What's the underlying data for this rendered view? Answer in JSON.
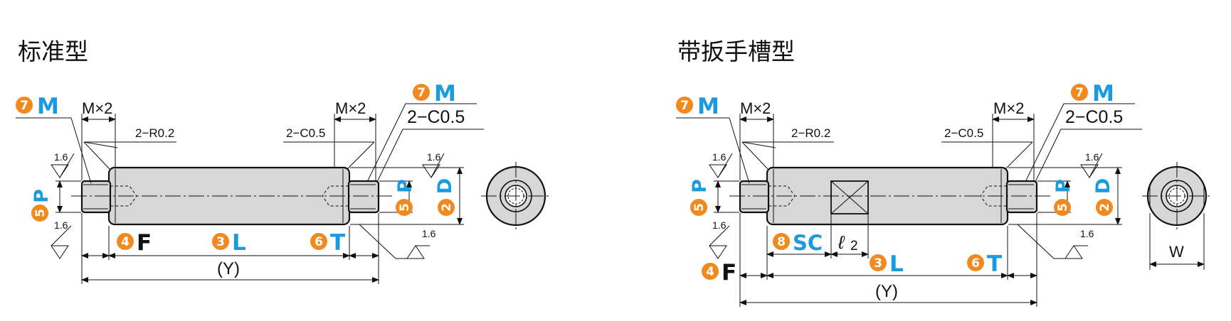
{
  "titles": {
    "standard": "标准型",
    "wrench": "带扳手槽型"
  },
  "labels": {
    "m": "M",
    "m_x2": "M×2",
    "p": "P",
    "d": "D",
    "f": "F",
    "l": "L",
    "t": "T",
    "sc": "SC",
    "y": "(Y)",
    "w": "W",
    "r02": "2−R0.2",
    "c05_small": "2−C0.5",
    "c05_large": "2−C0.5",
    "rough": "1.6",
    "l2_script": "ℓ",
    "l2_sub": "2"
  },
  "numbers": {
    "n2": "2",
    "n3": "3",
    "n4": "4",
    "n5": "5",
    "n6": "6",
    "n7": "7",
    "n8": "8"
  },
  "colors": {
    "accent_blue": "#1a9be0",
    "badge_orange": "#f08a1e",
    "body_gray": "#d7d7d7"
  }
}
